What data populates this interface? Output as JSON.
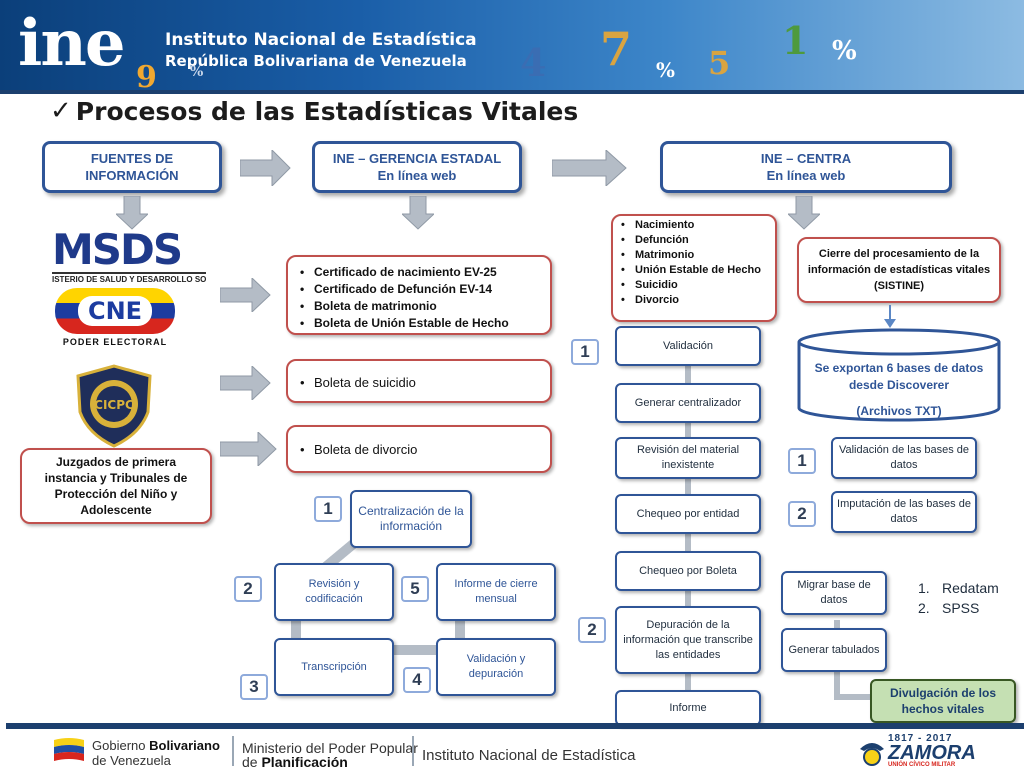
{
  "banner": {
    "logo": "ine",
    "line1": "Instituto Nacional de Estadística",
    "line2": "República Bolivariana de Venezuela",
    "decor_digits": [
      "9",
      "%",
      "4",
      "7",
      "%",
      "5",
      "1",
      "%"
    ]
  },
  "title": {
    "check": "✓",
    "text": "Procesos de las Estadísticas Vitales"
  },
  "headers": {
    "fuentes": "FUENTES DE INFORMACIÓN",
    "estadal_line1": "INE – GERENCIA ESTADAL",
    "estadal_line2": "En línea web",
    "central_line1": "INE – CENTRA",
    "central_line2": "En línea web"
  },
  "sources": {
    "msds_logo": "MSDS",
    "msds_subtitle": "ISTERIO DE SALUD Y DESARROLLO SOCIAL",
    "cne_logo": "CNE",
    "cne_subtitle": "PODER ELECTORAL",
    "cicpc_logo": "CICPC",
    "judge_box": "Juzgados de primera instancia y Tribunales de Protección del Niño y Adolescente"
  },
  "document_boxes": {
    "certificates": [
      "Certificado de nacimiento EV-25",
      "Certificado de Defunción EV-14",
      "Boleta de matrimonio",
      "Boleta de Unión Estable de Hecho"
    ],
    "suicide": [
      "Boleta de suicidio"
    ],
    "divorce": [
      "Boleta de divorcio"
    ]
  },
  "estadal_cycle": {
    "steps": [
      {
        "num": "1",
        "label": "Centralización de la información"
      },
      {
        "num": "2",
        "label": "Revisión y codificación"
      },
      {
        "num": "3",
        "label": "Transcripción"
      },
      {
        "num": "4",
        "label": "Validación y depuración"
      },
      {
        "num": "5",
        "label": "Informe de cierre mensual"
      }
    ]
  },
  "central_column": {
    "event_types": [
      "Nacimiento",
      "Defunción",
      "Matrimonio",
      "Unión Estable de Hecho",
      "Suicidio",
      "Divorcio"
    ],
    "steps": [
      "Validación",
      "Generar centralizador",
      "Revisión del material inexistente",
      "Chequeo por entidad",
      "Chequeo por Boleta",
      "Depuración de la información que transcribe  las entidades",
      "Informe"
    ],
    "num1": "1",
    "num2": "2"
  },
  "right_column": {
    "cierre": "Cierre del procesamiento de la información de estadísticas vitales (SISTINE)",
    "database_line1": "Se exportan 6 bases de datos desde Discoverer",
    "database_line2": "(Archivos TXT)",
    "step1_num": "1",
    "step1": "Validación de las bases de datos",
    "step2_num": "2",
    "step2": "Imputación de las bases de datos",
    "migrate": "Migrar base de datos",
    "tabulados": "Generar tabulados",
    "tools": [
      "Redatam",
      "SPSS"
    ],
    "divulgacion": "Divulgación de los hechos vitales"
  },
  "footer": {
    "gob_line1_a": "Gobierno",
    "gob_line1_b": "Bolivariano",
    "gob_line2": "de Venezuela",
    "min_line1": "Ministerio del Poder Popular",
    "min_line2_a": "de",
    "min_line2_b": "Planificación",
    "ine": "Instituto Nacional de Estadística",
    "zamora_years": "1817  -  2017",
    "zamora_name": "ZAMORA",
    "zamora_sub": "UNIÓN CÍVICO MILITAR"
  },
  "colors": {
    "navy": "#2f5597",
    "red_border": "#c0504d",
    "banner": "#1a5ea8",
    "divulgacion_fill": "#c5e0b3"
  }
}
